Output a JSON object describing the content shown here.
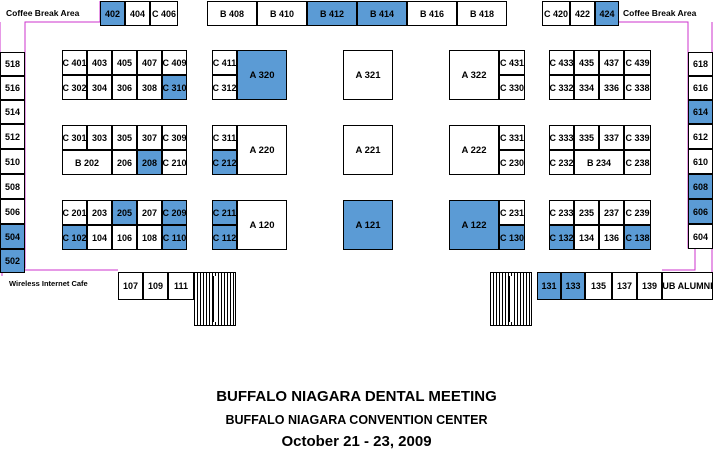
{
  "colors": {
    "highlight": "#5b9bd5",
    "outline": "#cc33cc",
    "border": "#000000"
  },
  "titles": {
    "meeting": "BUFFALO NIAGARA DENTAL MEETING",
    "venue": "BUFFALO NIAGARA CONVENTION CENTER",
    "dates": "October 21 - 23, 2009"
  },
  "labels": {
    "coffee_left": "Coffee Break Area",
    "coffee_right": "Coffee Break Area",
    "wifi": "Wireless Internet Cafe",
    "ub": "UB ALUMNI"
  },
  "booths": {
    "top": [
      {
        "label": "402",
        "highlight": true
      },
      {
        "label": "404",
        "highlight": false
      },
      {
        "label": "C 406",
        "highlight": false
      },
      {
        "label": "B 408",
        "highlight": false
      },
      {
        "label": "B 410",
        "highlight": false
      },
      {
        "label": "B 412",
        "highlight": true
      },
      {
        "label": "B 414",
        "highlight": true
      },
      {
        "label": "B 416",
        "highlight": false
      },
      {
        "label": "B 418",
        "highlight": false
      },
      {
        "label": "C 420",
        "highlight": false
      },
      {
        "label": "422",
        "highlight": false
      },
      {
        "label": "424",
        "highlight": true
      }
    ],
    "left_wall": [
      {
        "label": "518",
        "highlight": false
      },
      {
        "label": "516",
        "highlight": false
      },
      {
        "label": "514",
        "highlight": false
      },
      {
        "label": "512",
        "highlight": false
      },
      {
        "label": "510",
        "highlight": false
      },
      {
        "label": "508",
        "highlight": false
      },
      {
        "label": "506",
        "highlight": false
      },
      {
        "label": "504",
        "highlight": true
      },
      {
        "label": "502",
        "highlight": true
      }
    ],
    "right_wall": [
      {
        "label": "618",
        "highlight": false
      },
      {
        "label": "616",
        "highlight": false
      },
      {
        "label": "614",
        "highlight": true
      },
      {
        "label": "612",
        "highlight": false
      },
      {
        "label": "610",
        "highlight": false
      },
      {
        "label": "608",
        "highlight": true
      },
      {
        "label": "606",
        "highlight": true
      },
      {
        "label": "604",
        "highlight": false
      }
    ],
    "bottom_left": [
      {
        "label": "107",
        "highlight": false
      },
      {
        "label": "109",
        "highlight": false
      },
      {
        "label": "111",
        "highlight": false
      }
    ],
    "bottom_right": [
      {
        "label": "131",
        "highlight": true
      },
      {
        "label": "133",
        "highlight": true
      },
      {
        "label": "135",
        "highlight": false
      },
      {
        "label": "137",
        "highlight": false
      },
      {
        "label": "139",
        "highlight": false
      }
    ],
    "block_left_top_row1": [
      {
        "label": "C 401",
        "highlight": false
      },
      {
        "label": "403",
        "highlight": false
      },
      {
        "label": "405",
        "highlight": false
      },
      {
        "label": "407",
        "highlight": false
      },
      {
        "label": "C 409",
        "highlight": false
      }
    ],
    "block_left_top_row2": [
      {
        "label": "C 302",
        "highlight": false
      },
      {
        "label": "304",
        "highlight": false
      },
      {
        "label": "306",
        "highlight": false
      },
      {
        "label": "308",
        "highlight": false
      },
      {
        "label": "C 310",
        "highlight": true
      }
    ],
    "block_left_mid_row1": [
      {
        "label": "C 301",
        "highlight": false
      },
      {
        "label": "303",
        "highlight": false
      },
      {
        "label": "305",
        "highlight": false
      },
      {
        "label": "307",
        "highlight": false
      },
      {
        "label": "C 309",
        "highlight": false
      }
    ],
    "block_left_mid_row2": [
      {
        "label": "B 202",
        "highlight": false
      },
      {
        "label": "206",
        "highlight": false
      },
      {
        "label": "208",
        "highlight": true
      },
      {
        "label": "C 210",
        "highlight": false
      }
    ],
    "block_left_bot_row1": [
      {
        "label": "C 201",
        "highlight": false
      },
      {
        "label": "203",
        "highlight": false
      },
      {
        "label": "205",
        "highlight": true
      },
      {
        "label": "207",
        "highlight": false
      },
      {
        "label": "C 209",
        "highlight": true
      }
    ],
    "block_left_bot_row2": [
      {
        "label": "C 102",
        "highlight": true
      },
      {
        "label": "104",
        "highlight": false
      },
      {
        "label": "106",
        "highlight": false
      },
      {
        "label": "108",
        "highlight": false
      },
      {
        "label": "C 110",
        "highlight": true
      }
    ],
    "col_c3": [
      {
        "label": "C 411",
        "highlight": false
      },
      {
        "label": "C 312",
        "highlight": false
      },
      {
        "label": "C 311",
        "highlight": false
      },
      {
        "label": "C 212",
        "highlight": true
      },
      {
        "label": "C 211",
        "highlight": true
      },
      {
        "label": "C 112",
        "highlight": true
      }
    ],
    "big": [
      {
        "label": "A 320",
        "highlight": true
      },
      {
        "label": "A 321",
        "highlight": false
      },
      {
        "label": "A 322",
        "highlight": false
      },
      {
        "label": "A 220",
        "highlight": false
      },
      {
        "label": "A 221",
        "highlight": false
      },
      {
        "label": "A 222",
        "highlight": false
      },
      {
        "label": "A 120",
        "highlight": false
      },
      {
        "label": "A 121",
        "highlight": true
      },
      {
        "label": "A 122",
        "highlight": true
      }
    ],
    "col_c_right": [
      {
        "label": "C 431",
        "highlight": false
      },
      {
        "label": "C 330",
        "highlight": false
      },
      {
        "label": "C 331",
        "highlight": false
      },
      {
        "label": "C 230",
        "highlight": false
      },
      {
        "label": "C 231",
        "highlight": false
      },
      {
        "label": "C 130",
        "highlight": true
      }
    ],
    "block_right_top_row1": [
      {
        "label": "C 433",
        "highlight": false
      },
      {
        "label": "435",
        "highlight": false
      },
      {
        "label": "437",
        "highlight": false
      },
      {
        "label": "C 439",
        "highlight": false
      }
    ],
    "block_right_top_row2": [
      {
        "label": "C 332",
        "highlight": false
      },
      {
        "label": "334",
        "highlight": false
      },
      {
        "label": "336",
        "highlight": false
      },
      {
        "label": "C 338",
        "highlight": false
      }
    ],
    "block_right_mid_row1": [
      {
        "label": "C 333",
        "highlight": false
      },
      {
        "label": "335",
        "highlight": false
      },
      {
        "label": "337",
        "highlight": false
      },
      {
        "label": "C 339",
        "highlight": false
      }
    ],
    "block_right_mid_row2": [
      {
        "label": "C 232",
        "highlight": false
      },
      {
        "label": "B 234",
        "highlight": false
      },
      {
        "label": "C 238",
        "highlight": false
      }
    ],
    "block_right_bot_row1": [
      {
        "label": "C 233",
        "highlight": false
      },
      {
        "label": "235",
        "highlight": false
      },
      {
        "label": "237",
        "highlight": false
      },
      {
        "label": "C 239",
        "highlight": false
      }
    ],
    "block_right_bot_row2": [
      {
        "label": "C 132",
        "highlight": true
      },
      {
        "label": "134",
        "highlight": false
      },
      {
        "label": "136",
        "highlight": false
      },
      {
        "label": "C 138",
        "highlight": true
      }
    ]
  }
}
